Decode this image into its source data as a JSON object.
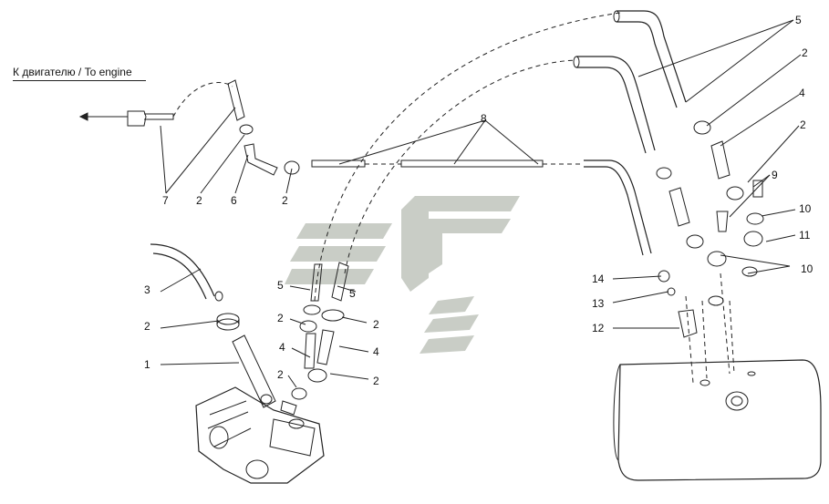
{
  "title": "К двигателю / To engine",
  "callouts": [
    {
      "id": "c-5-top",
      "text": "5"
    },
    {
      "id": "c-2-a",
      "text": "2"
    },
    {
      "id": "c-4-a",
      "text": "4"
    },
    {
      "id": "c-2-b",
      "text": "2"
    },
    {
      "id": "c-9",
      "text": "9"
    },
    {
      "id": "c-10-a",
      "text": "10"
    },
    {
      "id": "c-11",
      "text": "11"
    },
    {
      "id": "c-10-b",
      "text": "10"
    },
    {
      "id": "c-8",
      "text": "8"
    },
    {
      "id": "c-7",
      "text": "7"
    },
    {
      "id": "c-2-c",
      "text": "2"
    },
    {
      "id": "c-6",
      "text": "6"
    },
    {
      "id": "c-2-d",
      "text": "2"
    },
    {
      "id": "c-3",
      "text": "3"
    },
    {
      "id": "c-2-e",
      "text": "2"
    },
    {
      "id": "c-1",
      "text": "1"
    },
    {
      "id": "c-5-left",
      "text": "5"
    },
    {
      "id": "c-5-mid",
      "text": "5"
    },
    {
      "id": "c-2-f",
      "text": "2"
    },
    {
      "id": "c-2-g",
      "text": "2"
    },
    {
      "id": "c-4-b",
      "text": "4"
    },
    {
      "id": "c-4-c",
      "text": "4"
    },
    {
      "id": "c-2-h",
      "text": "2"
    },
    {
      "id": "c-2-i",
      "text": "2"
    },
    {
      "id": "c-14",
      "text": "14"
    },
    {
      "id": "c-13",
      "text": "13"
    },
    {
      "id": "c-12",
      "text": "12"
    }
  ],
  "colors": {
    "line": "#222222",
    "watermark": "#c9cdc6",
    "background": "#ffffff"
  }
}
